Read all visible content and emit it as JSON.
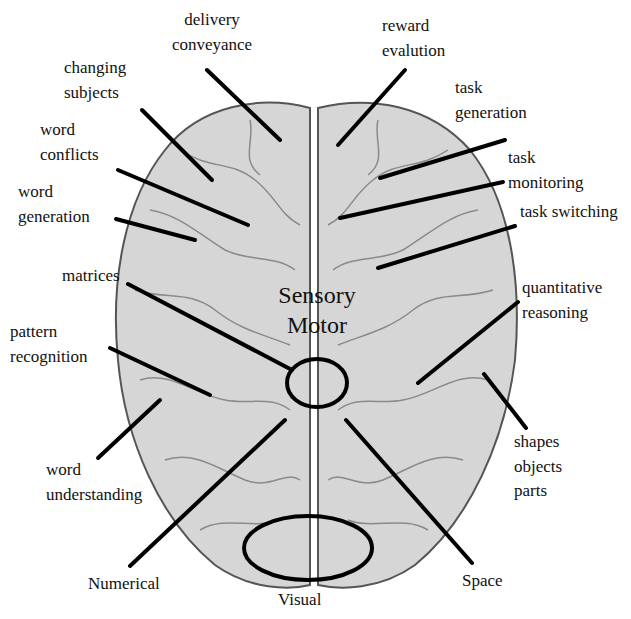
{
  "diagram": {
    "labels": [
      "delivery conveyance",
      "reward evalution",
      "changing subjects",
      "task generation",
      "word conflicts",
      "task monitoring",
      "word generation",
      "task switching",
      "matrices",
      "Sensory Motor",
      "quantitative reasoning",
      "pattern recognition",
      "word understanding",
      "shapes objects parts",
      "Numerical",
      "Space",
      "Visual"
    ]
  }
}
